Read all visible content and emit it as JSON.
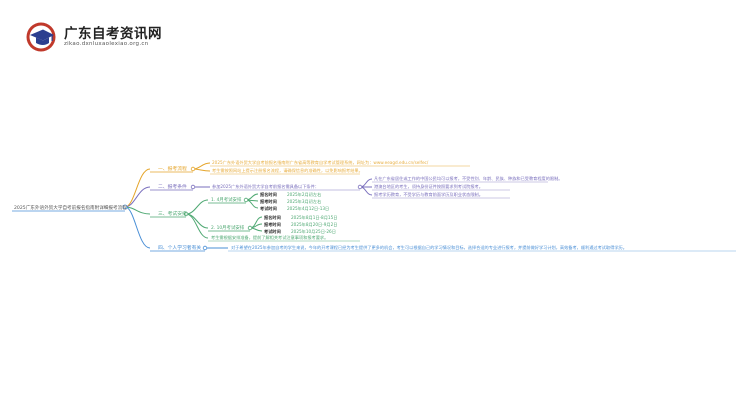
{
  "site": {
    "title": "广东自考资讯网",
    "url": "zikao.dxnluxaolexiao.org.cn"
  },
  "mindmap": {
    "root": "2025广东外语外贸大学自考前报名指南附详细报考流程",
    "branch1": {
      "label": "一、报考流程",
      "items": [
        "2025广东外语外贸大学自考前报名指南附广东省高等教育自学考试管理系统，网址为：www.eeagd.edu.cn/selfec/",
        "考生需按照网站上提示注册报名流程，请确保信息的准确性，以免影响报考结果。"
      ]
    },
    "branch2": {
      "label": "二、报考条件",
      "lead": "参加2025广东外语外贸大学自考前报名需具备以下条件：",
      "items": [
        "凡在广东省居住或工作的中国公民均可以报考，不受性别、年龄、民族、种族和已受教育程度的限制。",
        "港澳台地区的考生，须持身份证件按照要求到考试院报考。",
        "报考学历教育，不受学历与教育前面学历及职业状态限制。"
      ]
    },
    "branch3": {
      "label": "三、考试安排",
      "april": {
        "label": "1. 4月考试安排",
        "rows": [
          {
            "k": "报名时间",
            "v": "2025年2月初左右"
          },
          {
            "k": "报考时间",
            "v": "2025年3月初左右"
          },
          {
            "k": "考试时间",
            "v": "2025年4月12日-13日"
          }
        ]
      },
      "october": {
        "label": "2. 10月考试安排",
        "rows": [
          {
            "k": "报名时间",
            "v": "2025年8月1日-8月15日"
          },
          {
            "k": "报考时间",
            "v": "2025年8月20日-9月2日"
          },
          {
            "k": "考试时间",
            "v": "2025年10月25日-26日"
          }
        ]
      },
      "note": "考生需根据安排准备，提前了解相关考试注意事项和报考要求。"
    },
    "branch4": {
      "label": "四、个人学习者有关",
      "text": "对于希望在2025年参加自考的学生来说，今年的开考课程已经为考生提供了更多的机会，考生可以根据自己的学习情况和目标，选择合适的专业进行报考，并提前做好学习计划，高效备考，顺利通过考试取得学历。"
    },
    "colors": {
      "b1": "#e5a52b",
      "b2": "#7a6fbd",
      "b3": "#4ea872",
      "b4": "#4a8fd6"
    }
  }
}
